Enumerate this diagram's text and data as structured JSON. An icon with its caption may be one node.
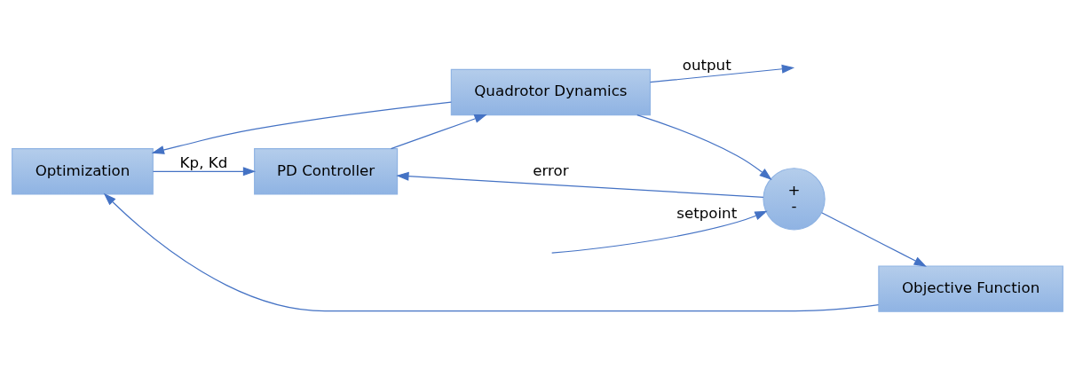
{
  "diagram": {
    "nodes": [
      {
        "text": [
          "Optimization"
        ]
      },
      {
        "text": [
          "Objective Function"
        ]
      },
      {
        "text": [
          "+",
          "-"
        ]
      },
      {
        "text": [
          "PD Controller"
        ]
      },
      {
        "text": [
          "Quadrotor Dynamics"
        ]
      }
    ],
    "edges": [
      {
        "from": null,
        "to": 2,
        "arrow": "to",
        "label": "setpoint"
      },
      {
        "from": 2,
        "to": 3,
        "arrow": "to",
        "label": "error"
      },
      {
        "from": 2,
        "to": 1,
        "arrow": "to"
      },
      {
        "from": 1,
        "to": 0,
        "arrow": "to"
      },
      {
        "from": 0,
        "to": 3,
        "arrow": "to",
        "label": "Kp, Kd"
      },
      {
        "from": 3,
        "to": 4,
        "arrow": "to"
      },
      {
        "from": 4,
        "to": null,
        "arrow": "to",
        "label": "output"
      },
      {
        "from": 4,
        "to": 0,
        "arrow": "to"
      },
      {
        "from": 4,
        "to": 2,
        "arrow": "to"
      }
    ]
  }
}
